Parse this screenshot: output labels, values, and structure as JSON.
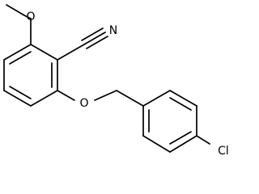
{
  "atoms": {
    "nitrogen": "N",
    "ether_oxygen": "O",
    "chlorine": "Cl"
  }
}
